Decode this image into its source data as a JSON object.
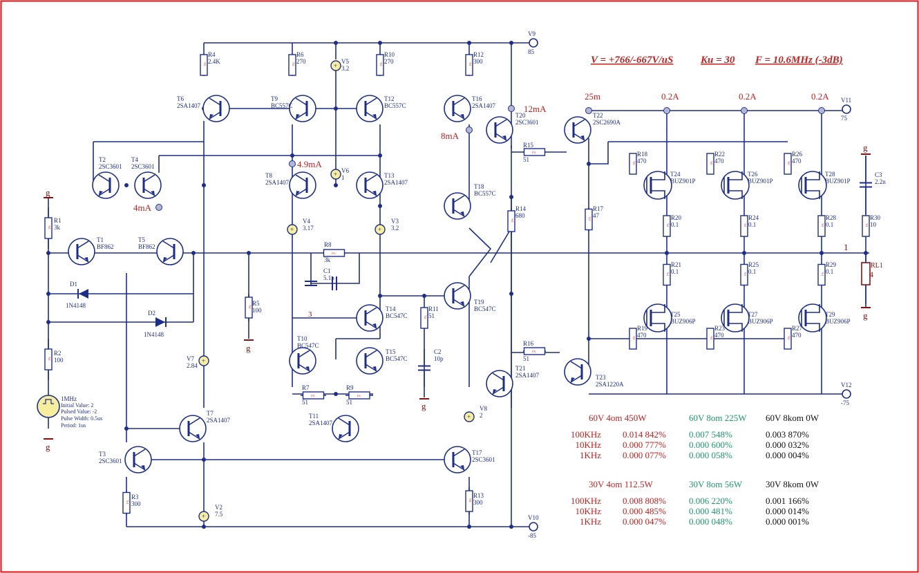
{
  "header": {
    "slew_rate": "V  = +766/-667V/uS",
    "gain": "Ku = 30",
    "bandwidth": "F = 10.6MHz (-3dB)"
  },
  "currents": [
    "12mA",
    "8mA",
    "4.9mA",
    "4mA",
    "25m",
    "0.2A",
    "0.2A",
    "0.2A"
  ],
  "supplies": {
    "v9": [
      "V9",
      "85"
    ],
    "v10": [
      "V10",
      "-85"
    ],
    "v11": [
      "V11",
      "75"
    ],
    "v12": [
      "V12",
      "-75"
    ]
  },
  "ground_label": "g",
  "output_node": "1",
  "node_3": "3",
  "sources": [
    [
      "V5",
      "3.2"
    ],
    [
      "V6",
      "1"
    ],
    [
      "V4",
      "3.17"
    ],
    [
      "V7",
      "2.84"
    ],
    [
      "V2",
      "7.5"
    ],
    [
      "V3",
      "3.2"
    ],
    [
      "V8",
      "2"
    ]
  ],
  "generator": {
    "freq": "1MHz",
    "initial": "Initial Value: 2",
    "pulsed": "Pulsed Value: -2",
    "width": "Pulse Width: 0.5us",
    "period": "Period: 1us"
  },
  "transistors": [
    [
      "T1",
      "BF862"
    ],
    [
      "T2",
      "2SC3601"
    ],
    [
      "T3",
      "2SC3601"
    ],
    [
      "T4",
      "2SC3601"
    ],
    [
      "T5",
      "BF862"
    ],
    [
      "T6",
      "2SA1407"
    ],
    [
      "T7",
      "2SA1407"
    ],
    [
      "T8",
      "2SA1407"
    ],
    [
      "T9",
      "BC557C"
    ],
    [
      "T10",
      "BC547C"
    ],
    [
      "T11",
      "2SA1407"
    ],
    [
      "T12",
      "BC557C"
    ],
    [
      "T13",
      "2SA1407"
    ],
    [
      "T14",
      "BC547C"
    ],
    [
      "T15",
      "BC547C"
    ],
    [
      "T16",
      "2SA1407"
    ],
    [
      "T17",
      "2SC3601"
    ],
    [
      "T18",
      "BC557C"
    ],
    [
      "T19",
      "BC547C"
    ],
    [
      "T20",
      "2SC3601"
    ],
    [
      "T21",
      "2SA1407"
    ],
    [
      "T22",
      "2SC2690A"
    ],
    [
      "T23",
      "2SA1220A"
    ],
    [
      "T24",
      "BUZ901P"
    ],
    [
      "T25",
      "BUZ906P"
    ],
    [
      "T26",
      "BUZ901P"
    ],
    [
      "T27",
      "BUZ906P"
    ],
    [
      "T28",
      "BUZ901P"
    ],
    [
      "T29",
      "BUZ906P"
    ]
  ],
  "resistors": [
    [
      "R1",
      "3k"
    ],
    [
      "R2",
      "100"
    ],
    [
      "R3",
      "300"
    ],
    [
      "R4",
      "2.4K"
    ],
    [
      "R5",
      "100"
    ],
    [
      "R6",
      "270"
    ],
    [
      "R7",
      "51"
    ],
    [
      "R8",
      "3k"
    ],
    [
      "R9",
      "51"
    ],
    [
      "R10",
      "270"
    ],
    [
      "R11",
      "51"
    ],
    [
      "R12",
      "300"
    ],
    [
      "R13",
      "300"
    ],
    [
      "R14",
      "680"
    ],
    [
      "R15",
      "51"
    ],
    [
      "R16",
      "51"
    ],
    [
      "R17",
      "47"
    ],
    [
      "R18",
      "470"
    ],
    [
      "R19",
      "470"
    ],
    [
      "R20",
      "0.1"
    ],
    [
      "R21",
      "0.1"
    ],
    [
      "R22",
      "470"
    ],
    [
      "R23",
      "470"
    ],
    [
      "R24",
      "0.1"
    ],
    [
      "R25",
      "0.1"
    ],
    [
      "R26",
      "470"
    ],
    [
      "R27",
      "470"
    ],
    [
      "R28",
      "0.1"
    ],
    [
      "R29",
      "0.1"
    ],
    [
      "R30",
      "10"
    ]
  ],
  "resistor_tag": "1%",
  "capacitors": [
    [
      "C1",
      "5.1p"
    ],
    [
      "C2",
      "10p"
    ],
    [
      "C3",
      "2.2n"
    ]
  ],
  "diodes": [
    [
      "D1",
      "1N4148"
    ],
    [
      "D2",
      "1N4148"
    ]
  ],
  "load": [
    "RL1",
    "4"
  ],
  "thd_tables": [
    {
      "headers": [
        "60V 4om 450W",
        "60V 8om 225W",
        "60V 8kom 0W"
      ],
      "rows": [
        [
          "100KHz",
          "0.014 842%",
          "0.007 548%",
          "0.003 870%"
        ],
        [
          "10KHz",
          "0.000 777%",
          "0.000 600%",
          "0.000 032%"
        ],
        [
          "1KHz",
          "0.000 077%",
          "0.000 058%",
          "0.000 004%"
        ]
      ]
    },
    {
      "headers": [
        "30V 4om 112.5W",
        "30V 8om 56W",
        "30V 8kom 0W"
      ],
      "rows": [
        [
          "100KHz",
          "0.008 808%",
          "0.006 220%",
          "0.001 166%"
        ],
        [
          "10KHz",
          "0.000 485%",
          "0.000 481%",
          "0.000 014%"
        ],
        [
          "1KHz",
          "0.000 047%",
          "0.000 048%",
          "0.000 001%"
        ]
      ]
    }
  ],
  "colors": {
    "wire": "#1c2d8c",
    "red_text": "#c81e1e",
    "green_text": "#1b9a66",
    "source_fill": "#f6ee9c",
    "border": "#e4141b"
  }
}
